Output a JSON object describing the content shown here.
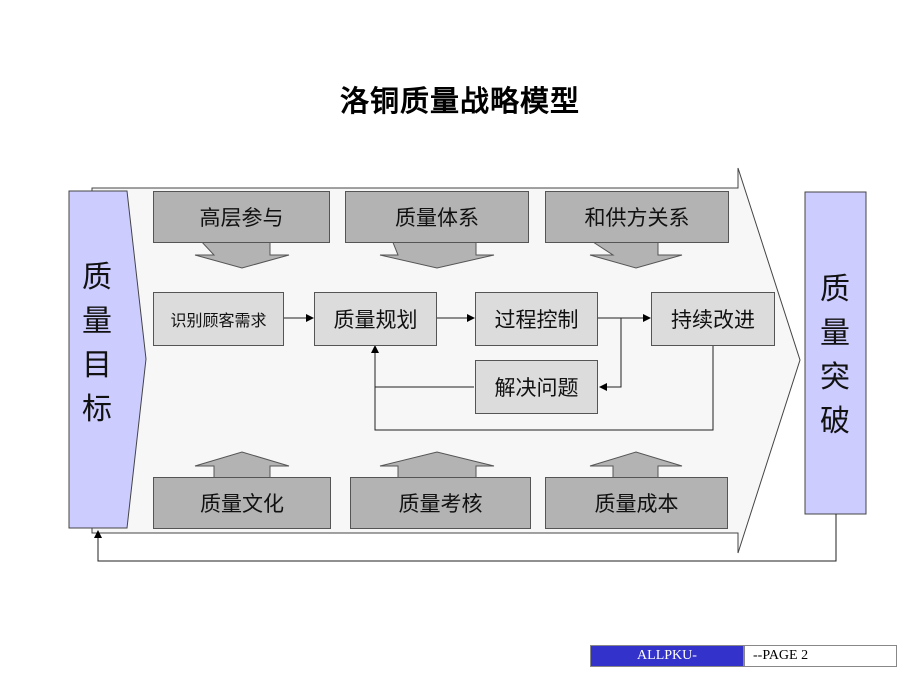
{
  "title": "洛铜质量战略模型",
  "left_block": {
    "chars": [
      "质",
      "量",
      "目",
      "标"
    ],
    "color": "#ccccff"
  },
  "right_block": {
    "chars": [
      "质",
      "量",
      "突",
      "破"
    ],
    "color": "#ccccff"
  },
  "top_inputs": [
    "高层参与",
    "质量体系",
    "和供方关系"
  ],
  "bottom_inputs": [
    "质量文化",
    "质量考核",
    "质量成本"
  ],
  "process": {
    "step1": "识别顾客需求",
    "step2": "质量规划",
    "step3": "过程控制",
    "step4": "持续改进",
    "feedback": "解决问题"
  },
  "footer": {
    "left": "ALLPKU-",
    "right": "--PAGE 2",
    "accent": "#3333cc"
  }
}
